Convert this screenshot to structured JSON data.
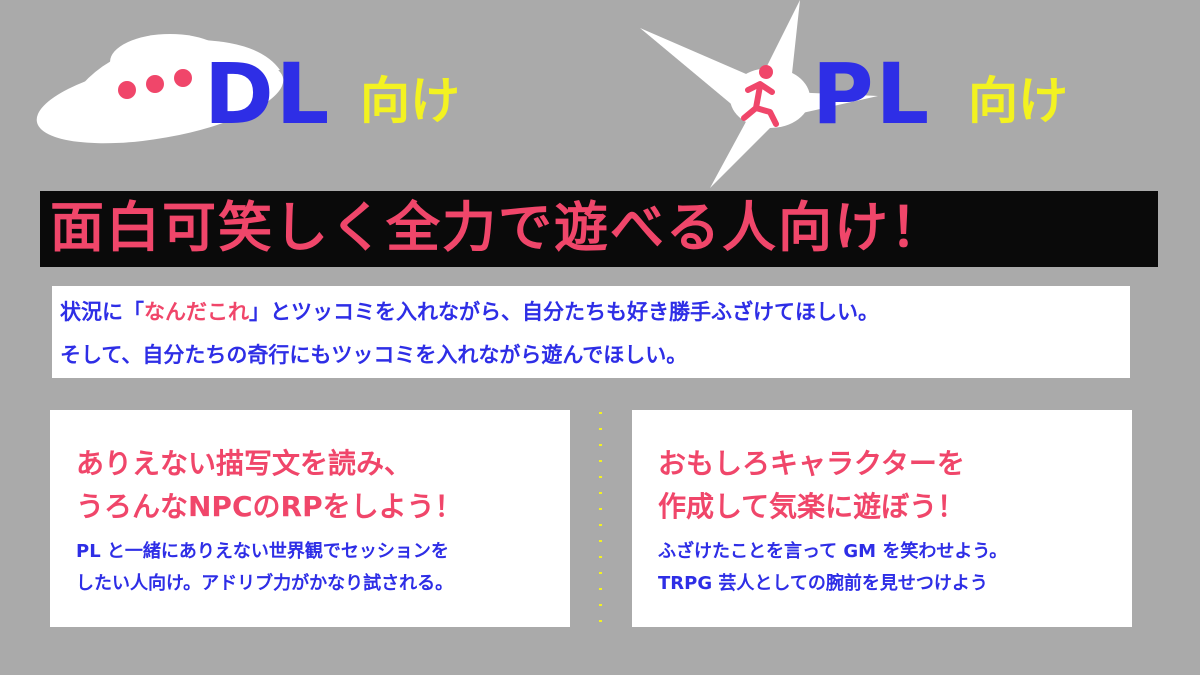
{
  "header": {
    "dl_title": "DL",
    "dl_suffix": "向け",
    "pl_title": "PL",
    "pl_suffix": "向け"
  },
  "banner": {
    "text": "面白可笑しく全力で遊べる人向け！"
  },
  "description": {
    "line1_pre": "状況に「",
    "line1_highlight": "なんだこれ",
    "line1_post": "」とツッコミを入れながら、自分たちも好き勝手ふざけてほしい。",
    "line2": "そして、自分たちの奇行にもツッコミを入れながら遊んでほしい。"
  },
  "dl_card": {
    "title_line1": "ありえない描写文を読み、",
    "title_line2": "うろんなNPCのRPをしよう！",
    "body_line1": "PL と一緒にありえない世界観でセッションを",
    "body_line2": "したい人向け。アドリブ力がかなり試される。"
  },
  "pl_card": {
    "title_line1": "おもしろキャラクターを",
    "title_line2": "作成して気楽に遊ぼう！",
    "body_line1": "ふざけたことを言って GM を笑わせよう。",
    "body_line2": "TRPG 芸人としての腕前を見せつけよう"
  },
  "colors": {
    "background": "#aaaaaa",
    "blue": "#2e2ee6",
    "pink": "#f0466a",
    "yellow": "#f3f221",
    "banner_bg": "#0a0a0a",
    "card_bg": "#ffffff"
  },
  "icons": {
    "dl": "speech-bubble-icon",
    "pl": "running-person-icon"
  }
}
